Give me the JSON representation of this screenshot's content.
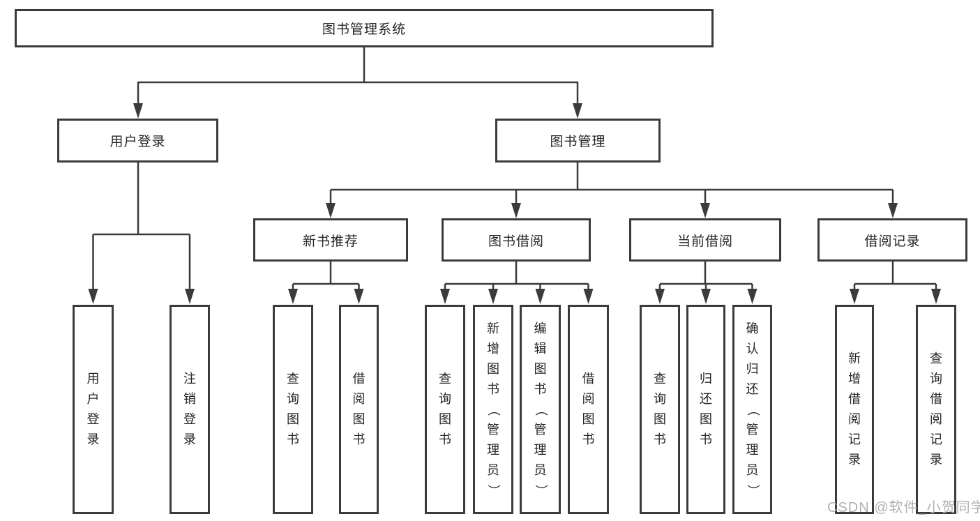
{
  "diagram": {
    "root_label": "图书管理系统",
    "branch_user": {
      "label": "用户登录",
      "children": [
        {
          "label": "用户登录"
        },
        {
          "label": "注销登录"
        }
      ]
    },
    "branch_book": {
      "label": "图书管理",
      "sections": [
        {
          "label": "新书推荐",
          "children": [
            {
              "label": "查询图书"
            },
            {
              "label": "借阅图书"
            }
          ]
        },
        {
          "label": "图书借阅",
          "children": [
            {
              "label": "查询图书"
            },
            {
              "label": "新增图书（管理员）"
            },
            {
              "label": "编辑图书（管理员）"
            },
            {
              "label": "借阅图书"
            }
          ]
        },
        {
          "label": "当前借阅",
          "children": [
            {
              "label": "查询图书"
            },
            {
              "label": "归还图书"
            },
            {
              "label": "确认归还（管理员）"
            }
          ]
        },
        {
          "label": "借阅记录",
          "children": [
            {
              "label": "新增借阅记录"
            },
            {
              "label": "查询借阅记录"
            }
          ]
        }
      ]
    },
    "watermark": "CSDN @软件_小贺同学",
    "colors": {
      "line": "#3b3b3b",
      "text": "#262626",
      "watermark": "#b3b0b0"
    }
  }
}
